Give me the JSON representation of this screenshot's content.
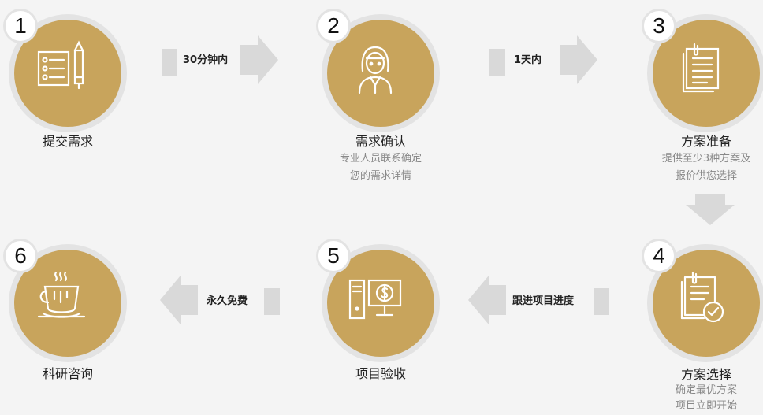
{
  "steps": [
    {
      "num": "1",
      "title": "提交需求",
      "desc_lines": []
    },
    {
      "num": "2",
      "title": "需求确认",
      "desc_lines": [
        "专业人员联系确定",
        "您的需求详情"
      ]
    },
    {
      "num": "3",
      "title": "方案准备",
      "desc_lines": [
        "提供至少3种方案及",
        "报价供您选择"
      ]
    },
    {
      "num": "4",
      "title": "方案选择",
      "desc_lines": [
        "确定最优方案",
        "项目立即开始"
      ]
    },
    {
      "num": "5",
      "title": "项目验收",
      "desc_lines": []
    },
    {
      "num": "6",
      "title": "科研咨询",
      "desc_lines": []
    }
  ],
  "connectors": [
    {
      "label": "30分钟内"
    },
    {
      "label": "1天内"
    },
    {
      "label": "跟进项目进度"
    },
    {
      "label": "永久免费"
    }
  ],
  "colors": {
    "gold": "#c8a45c",
    "ring": "#e3e3e3",
    "arrow": "#d9d9d9",
    "background": "#f4f4f4"
  },
  "icons": [
    "checklist-pencil-icon",
    "support-agent-icon",
    "document-icon",
    "approved-document-icon",
    "payment-monitor-icon",
    "coffee-cup-icon"
  ]
}
